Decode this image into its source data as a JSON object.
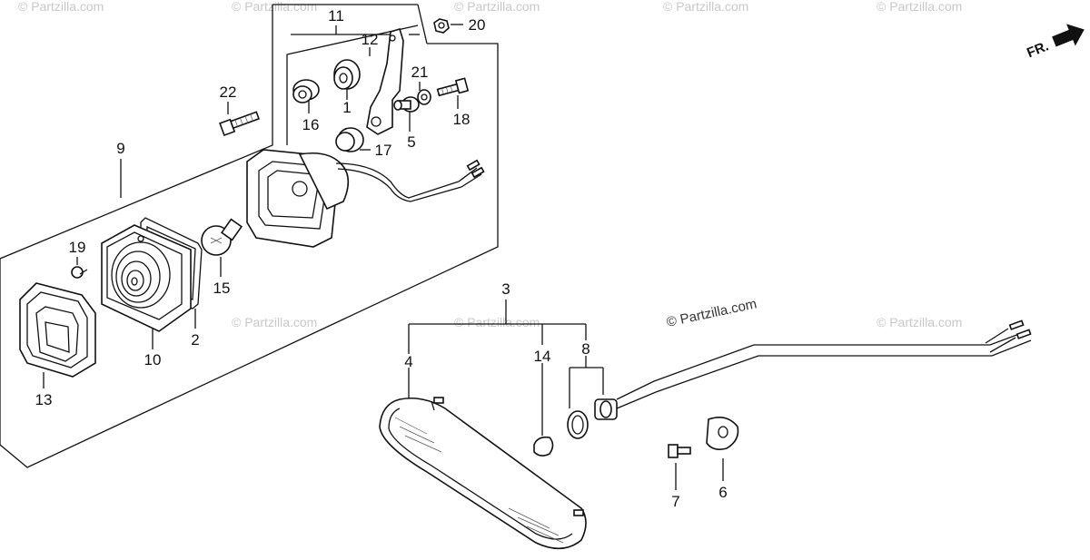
{
  "diagram": {
    "orientation_label": "FR.",
    "watermark": "© Partzilla.com",
    "callouts": {
      "c1": "1",
      "c2": "2",
      "c3": "3",
      "c4": "4",
      "c5": "5",
      "c6": "6",
      "c7": "7",
      "c8": "8",
      "c9": "9",
      "c10": "10",
      "c11": "11",
      "c12": "12",
      "c13": "13",
      "c14": "14",
      "c15": "15",
      "c16": "16",
      "c17": "17",
      "c18": "18",
      "c19": "19",
      "c20": "20",
      "c21": "21",
      "c22": "22"
    }
  }
}
